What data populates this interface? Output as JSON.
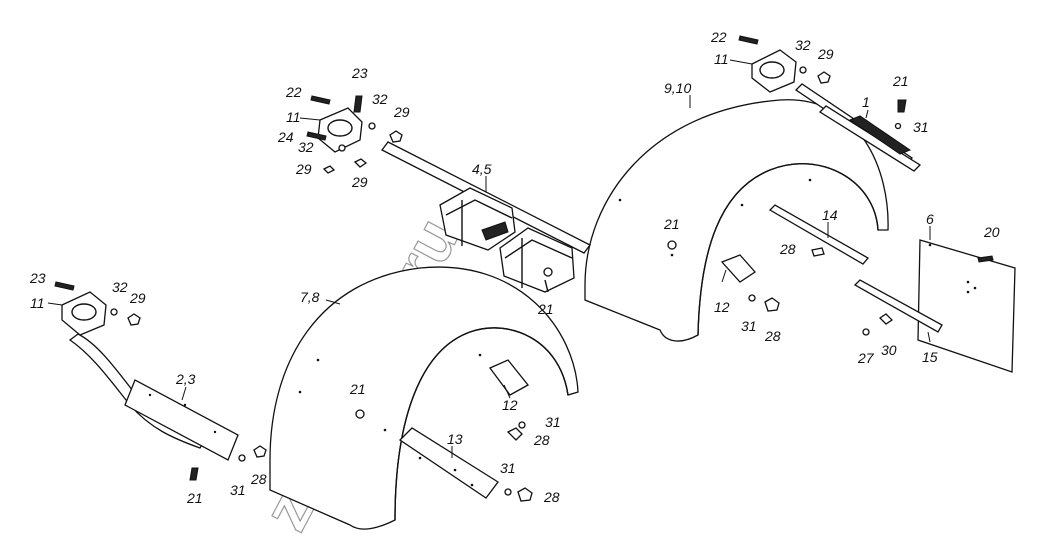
{
  "watermark": "zap-kom.ru",
  "part_labels": {
    "p1": "1",
    "p2_3": "2,3",
    "p4_5": "4,5",
    "p6": "6",
    "p7_8": "7,8",
    "p9_10": "9,10",
    "p11": "11",
    "p12": "12",
    "p13": "13",
    "p14": "14",
    "p15": "15",
    "p20": "20",
    "p21": "21",
    "p22": "22",
    "p23": "23",
    "p24": "24",
    "p27": "27",
    "p28": "28",
    "p29": "29",
    "p30": "30",
    "p31": "31",
    "p32": "32"
  }
}
